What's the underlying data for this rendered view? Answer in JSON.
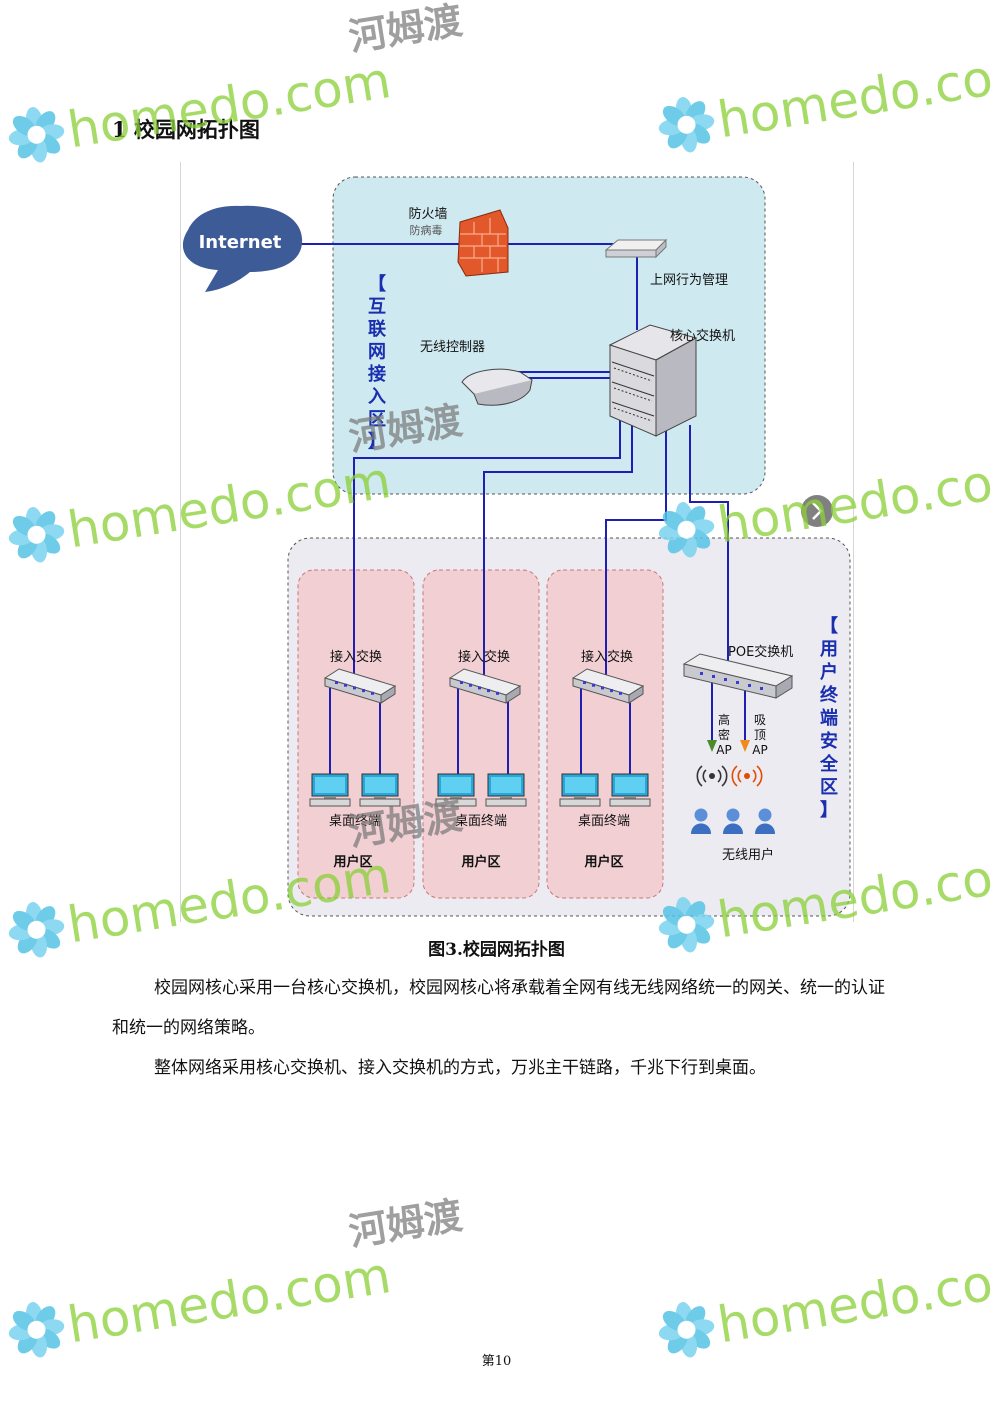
{
  "heading": "1 校园网拓扑图",
  "diagram": {
    "internet": "Internet",
    "firewall_label": "防火墙",
    "firewall_sub": "防病毒",
    "behavior_mgmt": "上网行为管理",
    "core_switch": "核心交换机",
    "wireless_controller": "无线控制器",
    "internet_zone": "【互联网接入区】",
    "access_switch": "接入交换",
    "desktop": "桌面终端",
    "user_zone": "用户区",
    "poe_switch": "POE交换机",
    "ap_high_density": "高密AP",
    "ap_ceiling": "吸顶AP",
    "wireless_users": "无线用户",
    "terminal_zone": "【用户终端安全区】"
  },
  "caption": "图3.校园网拓扑图",
  "paragraphs": [
    "校园网核心采用一台核心交换机，校园网核心将承载着全网有线无线网络统一的网关、统一的认证和统一的网络策略。",
    "整体网络采用核心交换机、接入交换机的方式，万兆主干链路，千兆下行到桌面。"
  ],
  "watermark": {
    "site": "homedo.com",
    "cn": "河姆渡"
  },
  "footer": "第10",
  "colors": {
    "link": "#1f1fb4",
    "internet_zone": "#cfe9f0",
    "terminal_zone": "#ecebf2",
    "user_zone": "#f1cfd2",
    "label_blue": "#1a2fb0",
    "watermark_green": "#8ccf3a"
  }
}
